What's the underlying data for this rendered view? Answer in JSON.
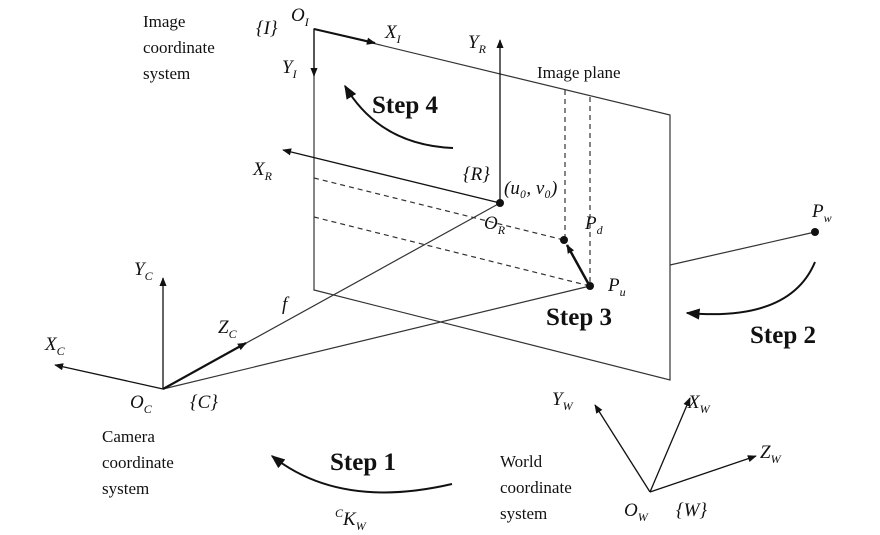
{
  "labels": {
    "image_cs": [
      "Image",
      "coordinate",
      "system"
    ],
    "image_frame": "{I}",
    "O_I": {
      "main": "O",
      "sub": "I"
    },
    "X_I": {
      "main": "X",
      "sub": "I"
    },
    "Y_I": {
      "main": "Y",
      "sub": "I"
    },
    "Y_R": {
      "main": "Y",
      "sub": "R"
    },
    "X_R": {
      "main": "X",
      "sub": "R"
    },
    "image_plane": "Image plane",
    "R_frame": "{R}",
    "principal_point": "(u₀, v₀)",
    "O_R": {
      "main": "O",
      "sub": "R"
    },
    "P_d": {
      "main": "P",
      "sub": "d"
    },
    "P_u": {
      "main": "P",
      "sub": "u"
    },
    "P_w": {
      "main": "P",
      "sub": "w"
    },
    "f": "f",
    "Y_C": {
      "main": "Y",
      "sub": "C"
    },
    "X_C": {
      "main": "X",
      "sub": "C"
    },
    "Z_C": {
      "main": "Z",
      "sub": "C"
    },
    "O_C": {
      "main": "O",
      "sub": "C"
    },
    "C_frame": "{C}",
    "camera_cs": [
      "Camera",
      "coordinate",
      "system"
    ],
    "world_cs": [
      "World",
      "coordinate",
      "system"
    ],
    "Y_W": {
      "main": "Y",
      "sub": "W"
    },
    "X_W": {
      "main": "X",
      "sub": "W"
    },
    "Z_W": {
      "main": "Z",
      "sub": "W"
    },
    "O_W": {
      "main": "O",
      "sub": "W"
    },
    "W_frame": "{W}",
    "K": {
      "pre": "C",
      "main": "K",
      "sub": "W"
    }
  },
  "steps": [
    "Step 1",
    "Step 2",
    "Step 3",
    "Step 4"
  ]
}
